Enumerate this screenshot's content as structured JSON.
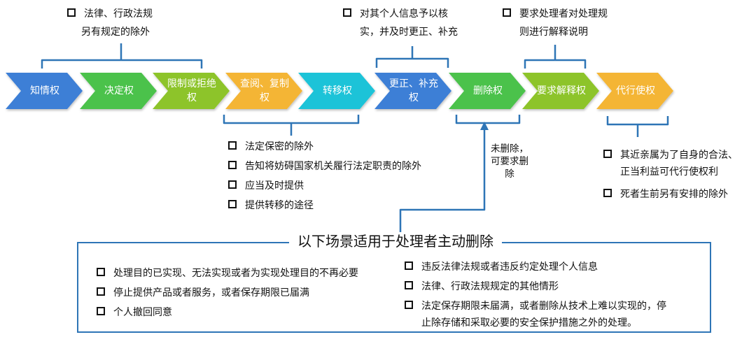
{
  "stages": [
    {
      "label": "知情权",
      "color": "#3e7fd6"
    },
    {
      "label": "决定权",
      "color": "#4cc24c"
    },
    {
      "label": "限制或拒绝权",
      "color": "#8dc42a"
    },
    {
      "label": "查阅、复制权",
      "color": "#f4b535"
    },
    {
      "label": "转移权",
      "color": "#1fc3d8"
    },
    {
      "label": "更正、补充权",
      "color": "#3e7fd6"
    },
    {
      "label": "删除权",
      "color": "#4cc24c"
    },
    {
      "label": "要求解释权",
      "color": "#8dc42a"
    },
    {
      "label": "代行使权",
      "color": "#f4b535"
    }
  ],
  "top_notes": {
    "law_exception": "法律、行政法规另有规定的除外",
    "verify": "对其个人信息予以核实，并及时更正、补充",
    "explain": "要求处理者对处理规则进行解释说明"
  },
  "access_notes": [
    "法定保密的除外",
    "告知将妨碍国家机关履行法定职责的除外",
    "应当及时提供",
    "提供转移的途径"
  ],
  "delete_side_note": "未删除，可要求删除",
  "proxy_notes": [
    "其近亲属为了自身的合法、正当利益可代行使权利",
    "死者生前另有安排的除外"
  ],
  "box": {
    "title": "以下场景适用于处理者主动删除",
    "left_items": [
      "处理目的已实现、无法实现或者为实现处理目的不再必要",
      "停止提供产品或者服务，或者保存期限已届满",
      "个人撤回同意"
    ],
    "right_items": [
      "违反法律法规或者违反约定处理个人信息",
      "法律、行政法规规定的其他情形",
      "法定保存期限未届满，或者删除从技术上难以实现的，停止除存储和采取必要的安全保护措施之外的处理。"
    ]
  },
  "colors": {
    "bracket": "#2e75b6",
    "box_border": "#2e75b6"
  }
}
